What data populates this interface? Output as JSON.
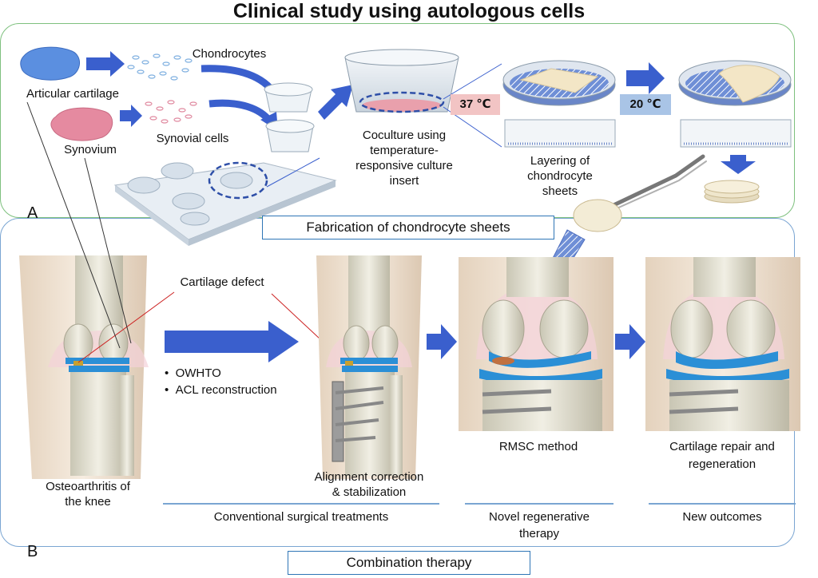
{
  "title": "Clinical study using autologous cells",
  "panel_a": {
    "letter": "A",
    "articular_cartilage": "Articular cartilage",
    "chondrocytes": "Chondrocytes",
    "synovium": "Synovium",
    "synovial_cells": "Synovial cells",
    "coculture": "Coculture using temperature-responsive culture insert",
    "coculture_lines": [
      "Coculture using",
      "temperature-",
      "responsive culture",
      "insert"
    ],
    "temp_37": "37 ℃",
    "temp_20": "20 ℃",
    "layering_lines": [
      "Layering of",
      "chondrocyte",
      "sheets"
    ],
    "box_label": "Fabrication of chondrocyte sheets"
  },
  "panel_b": {
    "letter": "B",
    "cartilage_defect": "Cartilage defect",
    "bullets": [
      "OWHTO",
      "ACL reconstruction"
    ],
    "oa_lines": [
      "Osteoarthritis of",
      "the knee"
    ],
    "alignment_lines": [
      "Alignment correction",
      "& stabilization"
    ],
    "rmsc": "RMSC method",
    "outcome_lines": [
      "Cartilage repair and",
      "regeneration"
    ],
    "conventional": "Conventional surgical treatments",
    "novel_lines": [
      "Novel regenerative",
      "therapy"
    ],
    "new_outcomes": "New outcomes",
    "box_label": "Combination therapy"
  },
  "colors": {
    "arrow_blue": "#3a5fcd",
    "cartilage_blue": "#2b8fd6",
    "synovium_pink": "#f2b8c0",
    "panel_a_border": "#7ec07e",
    "panel_b_border": "#7aa5d2",
    "temp_37_bg": "#f2c4c4",
    "temp_20_bg": "#a9c4e6",
    "label_box_border": "#2e75b6"
  }
}
